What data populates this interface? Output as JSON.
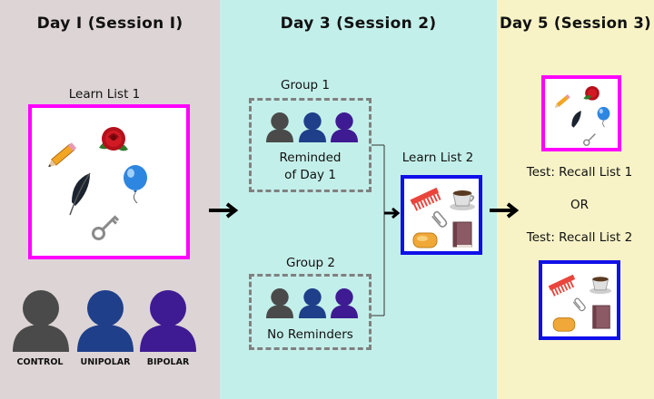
{
  "panels": {
    "day1": {
      "title": "Day I (Session I)",
      "color": "#ddd4d6"
    },
    "day3": {
      "title": "Day 3 (Session 2)",
      "color": "#c3efea"
    },
    "day5": {
      "title": "Day 5 (Session 3)",
      "color": "#f7f3c6"
    }
  },
  "day1": {
    "list_label": "Learn List 1",
    "list1_icons": [
      "pencil-icon",
      "rose-icon",
      "feather-icon",
      "balloon-icon",
      "key-icon"
    ],
    "participants": [
      {
        "label": "CONTROL",
        "color": "#4a4a4a"
      },
      {
        "label": "UNIPOLAR",
        "color": "#1f3f8a"
      },
      {
        "label": "BIPOLAR",
        "color": "#3e1b92"
      }
    ]
  },
  "day3": {
    "group1": {
      "title": "Group 1",
      "text_line1": "Reminded",
      "text_line2": "of Day 1"
    },
    "group2": {
      "title": "Group 2",
      "text": "No Reminders"
    },
    "list2_label": "Learn List 2",
    "list2_icons": [
      "comb-icon",
      "coffee-cup-icon",
      "paperclip-icon",
      "soap-icon",
      "book-icon"
    ]
  },
  "day5": {
    "test1": "Test: Recall List 1",
    "or": "OR",
    "test2": "Test: Recall List 2"
  },
  "colors": {
    "magenta": "#ff00ff",
    "blue": "#1010e8",
    "dash": "#808080"
  }
}
